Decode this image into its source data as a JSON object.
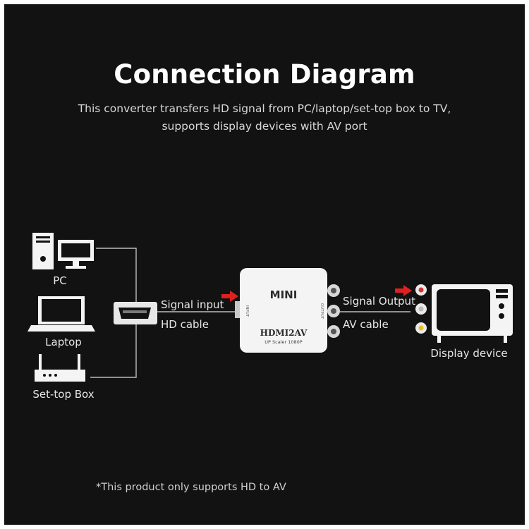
{
  "title": "Connection Diagram",
  "subtitle": "This converter transfers HD signal from PC/laptop/set-top box to TV, supports display devices with AV port",
  "sources": [
    {
      "label": "PC",
      "icon": "pc-icon"
    },
    {
      "label": "Laptop",
      "icon": "laptop-icon"
    },
    {
      "label": "Set-top Box",
      "icon": "set-top-box-icon"
    }
  ],
  "input": {
    "signal_label": "Signal input",
    "cable_label": "HD cable"
  },
  "output": {
    "signal_label": "Signal Output",
    "cable_label": "AV cable"
  },
  "converter": {
    "brand": "MINI",
    "model": "HDMI2AV",
    "spec": "UP Scaler 1080P",
    "left_port_label": "INPUT",
    "right_port_label": "OUTPUT"
  },
  "display": {
    "label": "Display device",
    "icon": "tv-icon"
  },
  "footnote": "*This product only supports HD to AV",
  "colors": {
    "background": "#121212",
    "line": "#bdbdbd",
    "arrow": "#e02020",
    "device": "#f4f4f4"
  }
}
